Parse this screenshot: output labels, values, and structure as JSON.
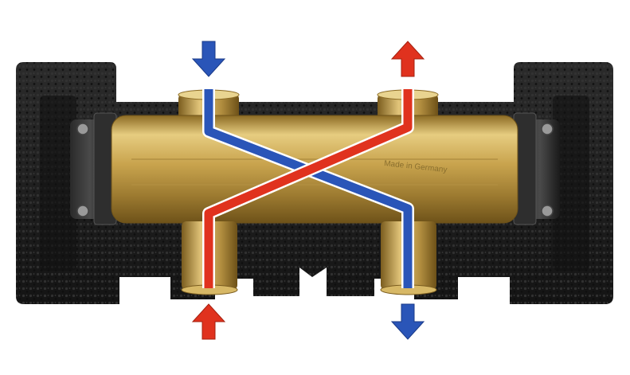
{
  "image": {
    "subject": "hydraulic-distribution-manifold-cutaway",
    "engraving": "Made in Germany"
  },
  "colors": {
    "insulation": "#1c1c1c",
    "brass": "#c9a44e",
    "hot": "#e0321e",
    "cold": "#2a55b8",
    "background": "#ffffff"
  },
  "arrows": [
    {
      "name": "cold-inlet-arrow",
      "direction": "down",
      "color": "cold"
    },
    {
      "name": "hot-outlet-arrow",
      "direction": "up",
      "color": "hot"
    },
    {
      "name": "hot-inlet-arrow",
      "direction": "up",
      "color": "hot"
    },
    {
      "name": "cold-outlet-arrow",
      "direction": "down",
      "color": "cold"
    }
  ]
}
